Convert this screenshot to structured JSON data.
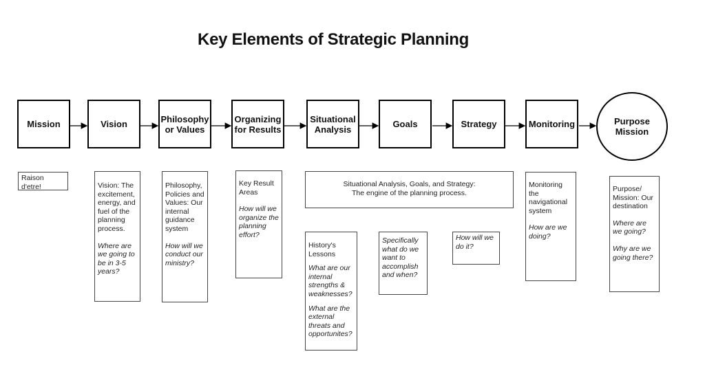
{
  "title": "Key Elements of Strategic Planning",
  "steps": [
    {
      "label": "Mission"
    },
    {
      "label": "Vision"
    },
    {
      "label": "Philosophy or Values"
    },
    {
      "label": "Organizing for Results"
    },
    {
      "label": "Situational Analysis"
    },
    {
      "label": "Goals"
    },
    {
      "label": "Strategy"
    },
    {
      "label": "Monitoring"
    },
    {
      "label": "Purpose Mission"
    }
  ],
  "notes": {
    "mission": {
      "text": "Raison d'etre!"
    },
    "vision": {
      "text": "Vision: The excitement, energy, and fuel of the planning process.",
      "question": "Where are we going to be in 3-5 years?"
    },
    "philosophy": {
      "text": "Philosophy, Policies and Values: Our internal guidance system",
      "question": "How will we conduct our ministry?"
    },
    "organizing": {
      "text": "Key Result Areas",
      "question": "How will we organize the planning effort?"
    },
    "engine": {
      "line1": "Situational Analysis, Goals, and Strategy:",
      "line2": "The engine of the planning process."
    },
    "situational": {
      "text": "History's Lessons",
      "question1": "What are our internal strengths & weaknesses?",
      "question2": "What are the external threats and opportunites?"
    },
    "goals": {
      "question": "Specifically what do we want to accomplish and when?"
    },
    "strategy": {
      "question": "How will we do it?"
    },
    "monitoring": {
      "text": "Monitoring the navigational system",
      "question": "How are we doing?"
    },
    "purpose": {
      "text": "Purpose/ Mission: Our destination",
      "question1": "Where are we going?",
      "question2": "Why are we going there?"
    }
  }
}
